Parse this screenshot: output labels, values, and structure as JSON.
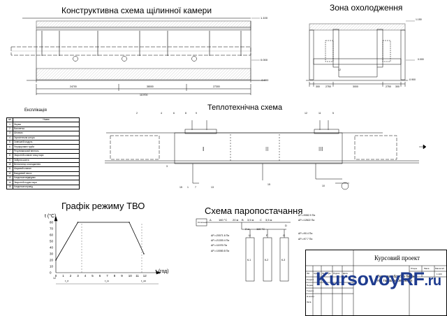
{
  "titles": {
    "chamber": "Конструктивна схема щілинної камери",
    "cooling": "Зона охолодження",
    "thermal": "Теплотехнічна схема",
    "graph": "Графік режиму ТВО",
    "steam": "Схема паропостачання"
  },
  "legend": {
    "title": "Експлікація",
    "header": [
      "п/п",
      "Назва"
    ],
    "rows": [
      [
        "1",
        "Форма"
      ],
      [
        "2",
        "Вагонетка"
      ],
      [
        "3",
        "Штовхач"
      ],
      [
        "4",
        "Гарячітельна штора"
      ],
      [
        "5",
        "Зовнішній модуль"
      ],
      [
        "6",
        "Перфоровані труби"
      ],
      [
        "7",
        "Регулювальний вентиль"
      ],
      [
        "8",
        "Зворотній клапан тиску пари"
      ],
      [
        "9",
        "Забірна шахта"
      ],
      [
        "10",
        "Вентилятор охолодження"
      ],
      [
        "11",
        "Шаровий клапан"
      ],
      [
        "12",
        "Вакуумний насос"
      ],
      [
        "13",
        "Конденсатовідвідник"
      ],
      [
        "14",
        "Зворотній подачі пари"
      ],
      [
        "15",
        "Конденсатопровід"
      ]
    ]
  },
  "chamber": {
    "levels": [
      "1.100",
      "0.000",
      "-0.900"
    ],
    "dims": [
      "24700",
      "38000",
      "27300",
      "110700"
    ]
  },
  "cooling": {
    "levels": [
      "1.150",
      "0.000",
      "-0.900"
    ],
    "dims": [
      "300",
      "2750",
      "3000",
      "2750",
      "300"
    ],
    "label": "12"
  },
  "thermal": {
    "zones": [
      "I",
      "II",
      "III"
    ],
    "callouts": [
      "2",
      "4",
      "6",
      "8",
      "9",
      "12",
      "11",
      "5",
      "3",
      "15",
      "1",
      "7",
      "13",
      "15",
      "10"
    ]
  },
  "graph": {
    "y_axis_label": "t (°C)",
    "x_axis_label": "τ (год)",
    "y_ticks": [
      "0",
      "10",
      "20",
      "30",
      "40",
      "50",
      "60",
      "70",
      "80"
    ],
    "x_ticks": [
      "0",
      "1",
      "2",
      "3",
      "4",
      "5",
      "6",
      "7",
      "8",
      "9",
      "10",
      "11",
      "12"
    ],
    "x_end": "12",
    "phases": [
      "τ_н",
      "τ_із",
      "τ_ох"
    ]
  },
  "chart_data": {
    "type": "line",
    "title": "Графік режиму ТВО",
    "xlabel": "τ (год)",
    "ylabel": "t (°C)",
    "xlim": [
      0,
      12
    ],
    "ylim": [
      0,
      80
    ],
    "x": [
      0,
      3,
      10,
      12
    ],
    "values": [
      20,
      80,
      80,
      30
    ]
  },
  "steam": {
    "node_a": "A",
    "temp1": "160 °C",
    "len1": "20 м",
    "node_b": "B",
    "len2": "3,5 м",
    "node_c": "C",
    "len3": "3,5 м",
    "node_d": "D",
    "len4": "2 м",
    "temp2": "110 °C",
    "source": "Котельна",
    "units": [
      "U",
      "F",
      "G"
    ],
    "chambers": [
      "К-1",
      "К-2",
      "К-3"
    ],
    "pressures_left": [
      "ΔPₛ=20071.6 Па",
      "ΔPₛ=21330.4 Па",
      "ΔPₛ=11976 Па",
      "ΔPₛ=10080.8 Па"
    ],
    "pressures_right_top": [
      "ΔPₛ=9082.9 Па",
      "ΔPₛ=12822 Па"
    ],
    "pressures_right_bottom": [
      "ΔPₛ=90.4 Па",
      "ΔPₛ=97.7 Па"
    ]
  },
  "stamp": {
    "project": "Курсовий проект",
    "topic": "Теплова обробка бетону",
    "topic2": "ямі та залізобетонних",
    "cols": [
      "Літера",
      "Маса",
      "Масштаб"
    ],
    "scale": "1:100",
    "rows_labels": [
      "Зм.",
      "Арк.",
      "№ докум.",
      "Підпис",
      "Дата"
    ],
    "roles": [
      "Розроб.",
      "Перев.",
      "Т.контр.",
      "Н.контр.",
      "Затв."
    ]
  },
  "watermark": {
    "main": "KursovoyRF",
    "tld": ".ru"
  }
}
